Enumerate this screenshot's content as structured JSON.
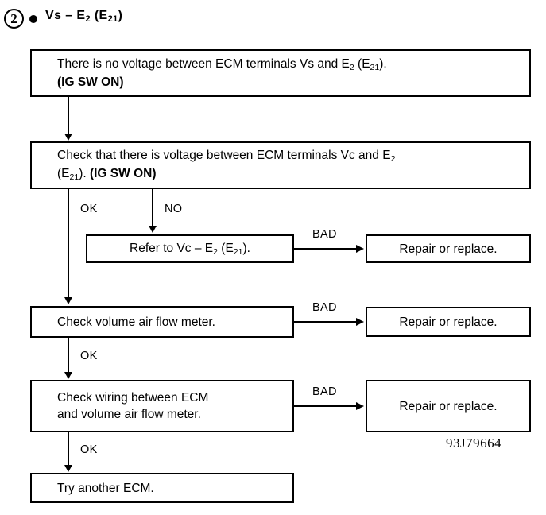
{
  "header": {
    "step_number": "2",
    "bullet_icon": "filled-bullet",
    "title_prefix": "Vs – E",
    "title_sub1": "2",
    "title_mid": " (E",
    "title_sub2": "21",
    "title_suffix": ")"
  },
  "boxes": {
    "no_voltage": {
      "line1": "There is no voltage between ECM terminals Vs and E",
      "line1_sub": "2",
      "line1_mid": " (E",
      "line1_sub2": "21",
      "line1_end": ").",
      "line2": "(IG SW ON)"
    },
    "check_vc": {
      "line1": "Check that there is voltage between ECM terminals Vc and E",
      "line1_sub": "2",
      "line2_open": "(E",
      "line2_sub": "21",
      "line2_close": "). ",
      "line2_bold": "(IG SW ON)"
    },
    "refer_vc": {
      "text_prefix": "Refer to Vc – E",
      "sub1": "2",
      "text_mid": " (E",
      "sub2": "21",
      "text_suffix": ")."
    },
    "check_vaf": {
      "line1": "Check volume air flow meter."
    },
    "check_wiring": {
      "line1": "Check wiring between ECM",
      "line2": "and volume air flow meter."
    },
    "try_ecm": {
      "line1": "Try another ECM."
    },
    "repair_1": {
      "line1": "Repair or replace."
    },
    "repair_2": {
      "line1": "Repair or replace."
    },
    "repair_3": {
      "line1": "Repair or replace."
    }
  },
  "edge_labels": {
    "ok_1": "OK",
    "no_1": "NO",
    "bad_1": "BAD",
    "bad_2": "BAD",
    "bad_3": "BAD",
    "ok_2": "OK",
    "ok_3": "OK"
  },
  "footer": {
    "reference_code": "93J79664"
  },
  "colors": {
    "ink": "#000000",
    "paper": "#ffffff"
  }
}
